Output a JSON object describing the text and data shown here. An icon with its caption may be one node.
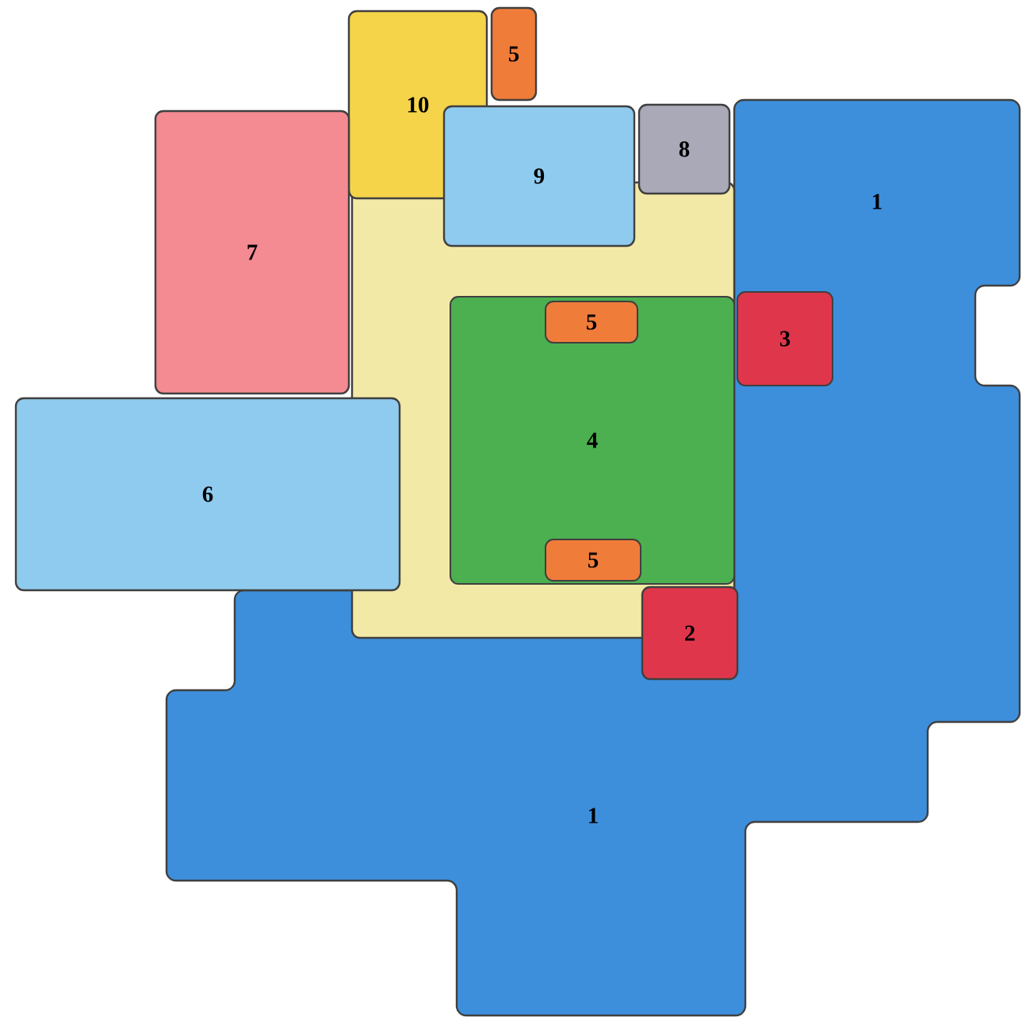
{
  "diagram": {
    "nodes": [
      {
        "text": [
          "10"
        ]
      },
      {
        "text": [
          "5"
        ]
      },
      {
        "text": [
          "9"
        ]
      },
      {
        "text": [
          "8"
        ]
      },
      {
        "text": [
          "1",
          "1"
        ]
      },
      {
        "text": [
          "7"
        ]
      },
      {
        "text": [],
        "shape": "box"
      },
      {
        "text": [
          "4"
        ],
        "in": 6
      },
      {
        "text": [
          "5"
        ],
        "in": 7
      },
      {
        "text": [
          "3"
        ],
        "in": 4
      },
      {
        "text": [
          "6"
        ]
      },
      {
        "text": [
          "5"
        ],
        "in": 7
      },
      {
        "text": [
          "2"
        ]
      }
    ]
  }
}
